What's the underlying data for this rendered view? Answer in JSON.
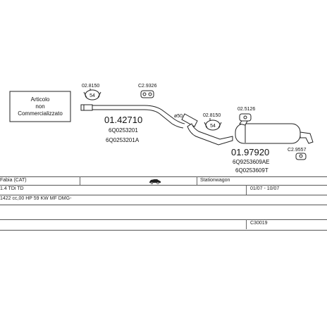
{
  "diagram": {
    "note_box": [
      "Articolo",
      "non",
      "Commercializzato"
    ],
    "parts": [
      {
        "number": "01.42710",
        "refs": [
          "6Q0253201",
          "6Q0253201A"
        ]
      },
      {
        "number": "01.97920",
        "refs": [
          "6Q9253609AE",
          "6Q0253609T"
        ]
      }
    ],
    "fittings": [
      {
        "code": "02.8150",
        "badge": "54"
      },
      {
        "code": "C2.9326",
        "badge": ""
      },
      {
        "code": "02.8150",
        "badge": "54"
      },
      {
        "code": "02.5126",
        "badge": ""
      },
      {
        "code": "C2.9557",
        "badge": ""
      }
    ],
    "diameter_label": "ø50"
  },
  "vehicle": {
    "model": "Fabia (CAT)",
    "body_type": "Stationwagon",
    "engine": "1.4 TDi TD",
    "period": "01/07 - 10/07",
    "specs": "1422 cc,00 HP 59 KW MF DMG-",
    "code": "C30019"
  },
  "colors": {
    "line": "#222222",
    "fill": "#ffffff",
    "pipe": "#333333"
  }
}
